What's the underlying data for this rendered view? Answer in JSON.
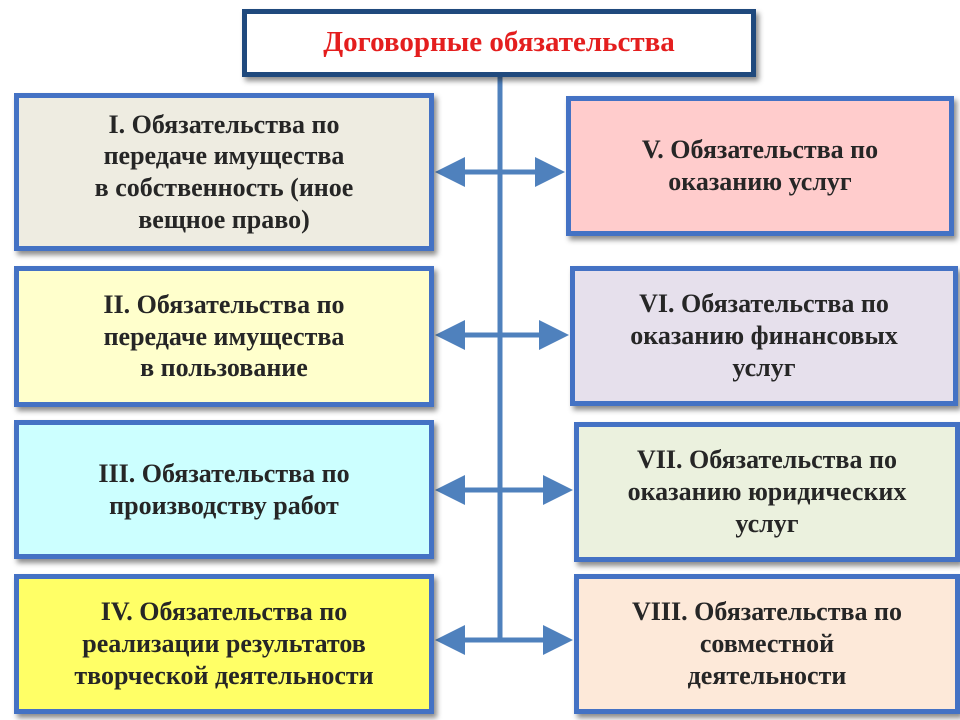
{
  "title": "Договорные обязательства",
  "left_boxes": [
    {
      "lines": [
        "I. Обязательства по",
        "передаче имущества",
        "в собственность (иное",
        "вещное право)"
      ],
      "color": "#EEECE1"
    },
    {
      "lines": [
        "II. Обязательства по",
        "передаче имущества",
        "в пользование"
      ],
      "color": "#FFFFCC"
    },
    {
      "lines": [
        "III. Обязательства по",
        "производству работ"
      ],
      "color": "#CCFFFF"
    },
    {
      "lines": [
        "IV. Обязательства по",
        "реализации результатов",
        "творческой деятельности"
      ],
      "color": "#FFFF66"
    }
  ],
  "right_boxes": [
    {
      "lines": [
        "V. Обязательства по",
        "оказанию услуг"
      ],
      "color": "#FFCCCC"
    },
    {
      "lines": [
        "VI. Обязательства по",
        "оказанию финансовых",
        "услуг"
      ],
      "color": "#E6E0EC"
    },
    {
      "lines": [
        "VII. Обязательства по",
        "оказанию юридических",
        "услуг"
      ],
      "color": "#EBF1DE"
    },
    {
      "lines": [
        "VIII. Обязательства по",
        "совместной",
        "деятельности"
      ],
      "color": "#FDE9D9"
    }
  ],
  "colors": {
    "title_text": "#E41E1E",
    "border": "#4472C4",
    "title_border": "#1F497D",
    "connector": "#4F81BD"
  }
}
